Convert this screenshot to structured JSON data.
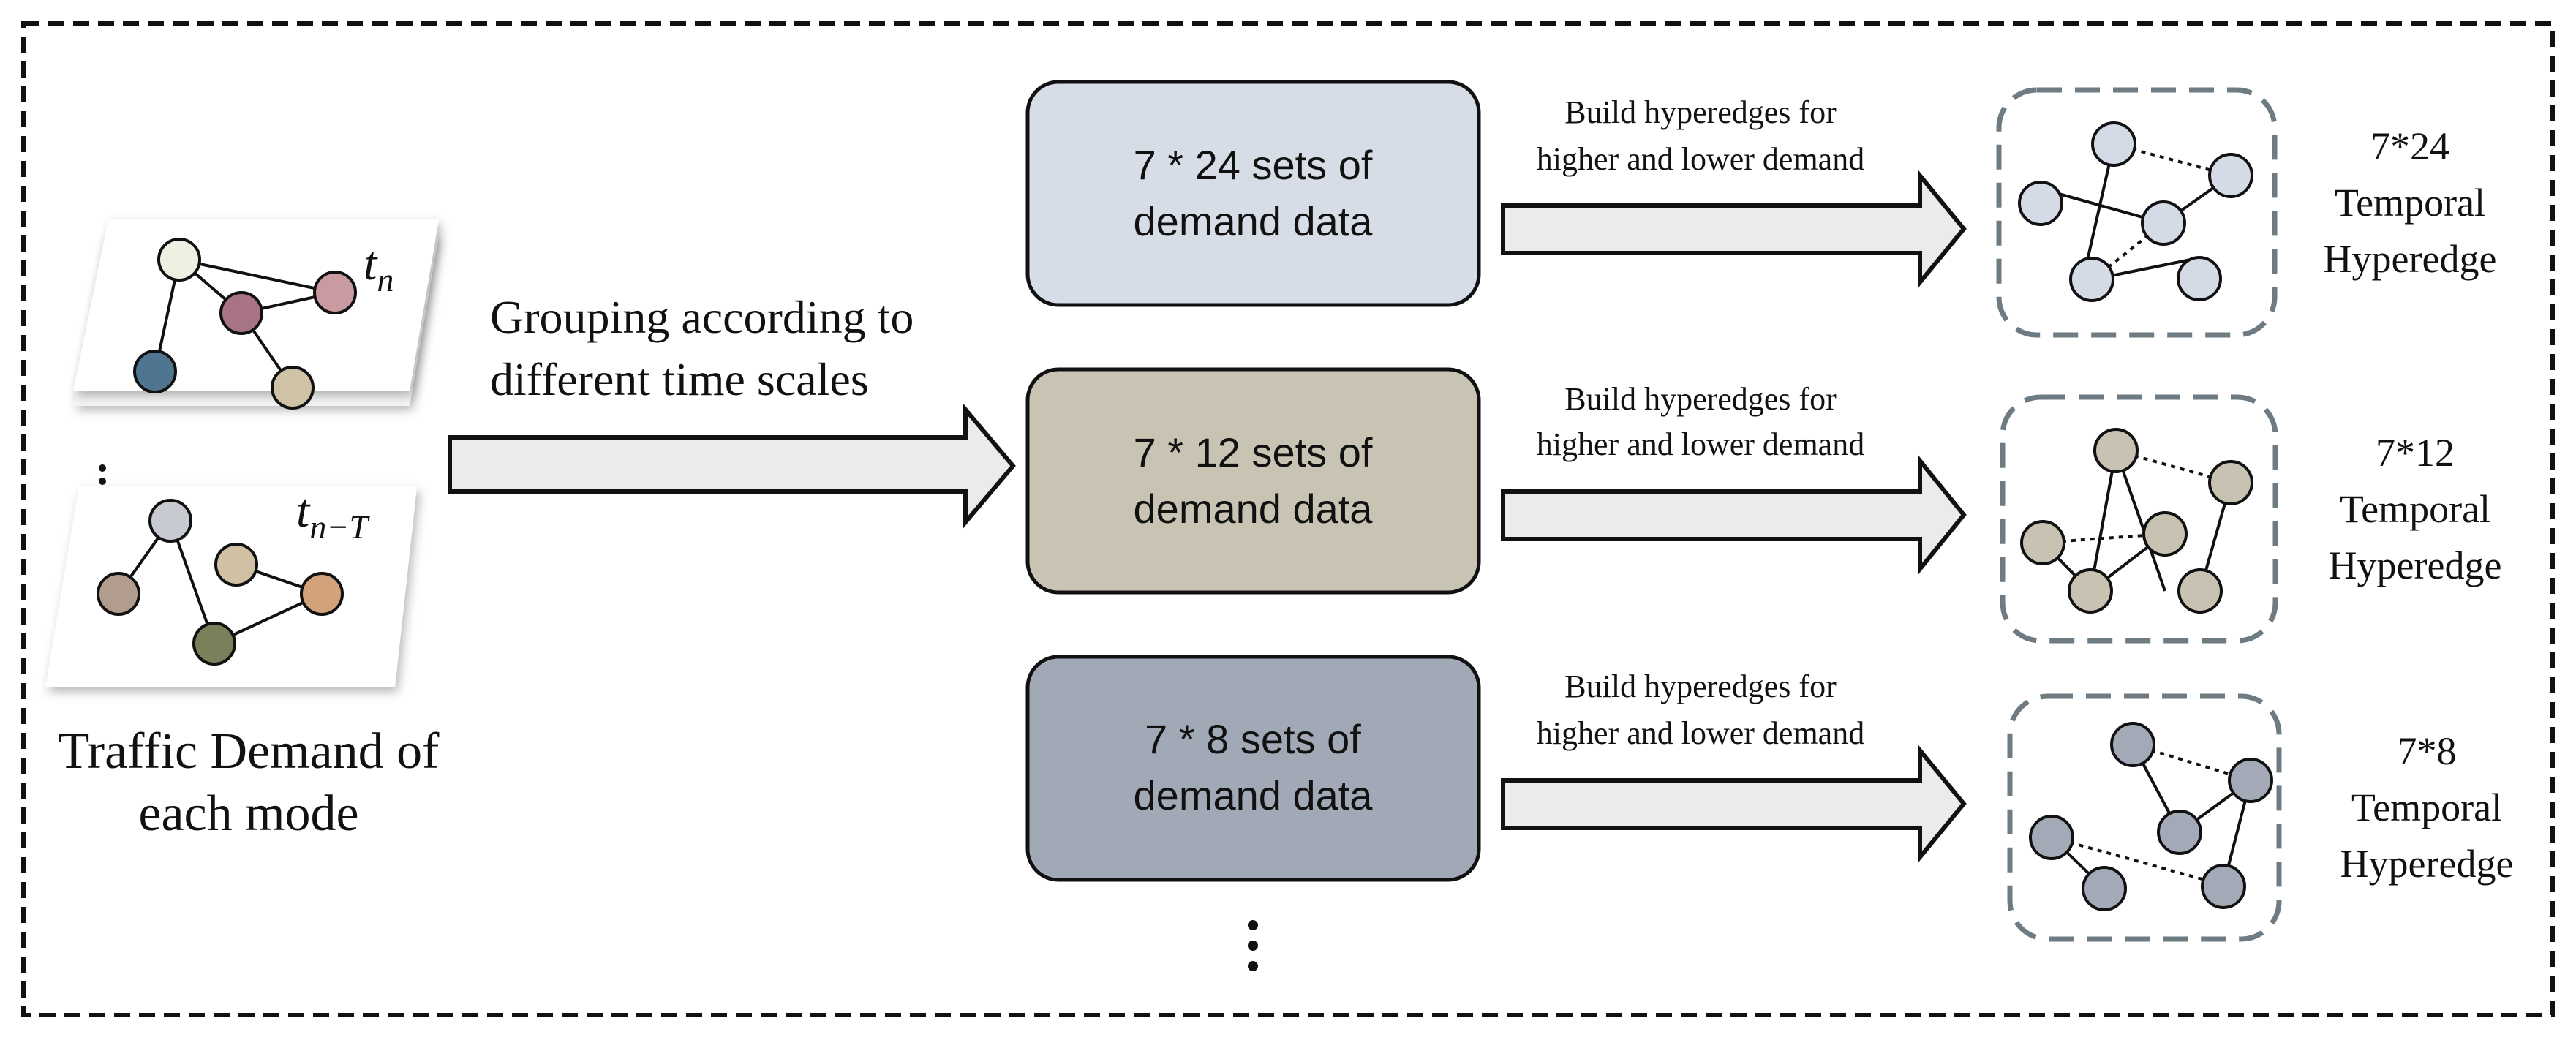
{
  "input": {
    "label_line1": "Traffic Demand of",
    "label_line2": "each mode",
    "time_top_base": "t",
    "time_top_sub": "n",
    "time_bottom_base": "t",
    "time_bottom_sub": "n−T"
  },
  "grouping": {
    "line1": "Grouping according to",
    "line2": "different time scales"
  },
  "rows": [
    {
      "box_line1": "7 * 24 sets of",
      "box_line2": "demand data",
      "box_color": "#d6dde6",
      "arrow_line1": "Build hyperedges for",
      "arrow_line2": "higher and lower demand",
      "node_color": "#d5dbe6",
      "result_line1": "7*24",
      "result_line2": "Temporal",
      "result_line3": "Hyperedge"
    },
    {
      "box_line1": "7 * 12 sets of",
      "box_line2": "demand data",
      "box_color": "#c9c3b3",
      "arrow_line1": "Build hyperedges for",
      "arrow_line2": "higher and lower demand",
      "node_color": "#c8c2b2",
      "result_line1": "7*12",
      "result_line2": "Temporal",
      "result_line3": "Hyperedge"
    },
    {
      "box_line1": "7 * 8 sets of",
      "box_line2": "demand data",
      "box_color": "#a2a9b6",
      "arrow_line1": "Build hyperedges for",
      "arrow_line2": "higher and lower demand",
      "node_color": "#a3a9b6",
      "result_line1": "7*8",
      "result_line2": "Temporal",
      "result_line3": "Hyperedge"
    }
  ],
  "colors": {
    "arrow_fill": "#ebebeb",
    "dashed_frame": "#6e7b82",
    "node_top_1": "#eef0e2",
    "node_top_2": "#a87484",
    "node_top_3": "#c99aa0",
    "node_top_4": "#4f7591",
    "node_top_5": "#cfc2a6",
    "node_bottom_1": "#c7cbd1",
    "node_bottom_2": "#b29c8e",
    "node_bottom_3": "#d2c0a4",
    "node_bottom_4": "#d2a27a",
    "node_bottom_5": "#7b7f5a"
  }
}
